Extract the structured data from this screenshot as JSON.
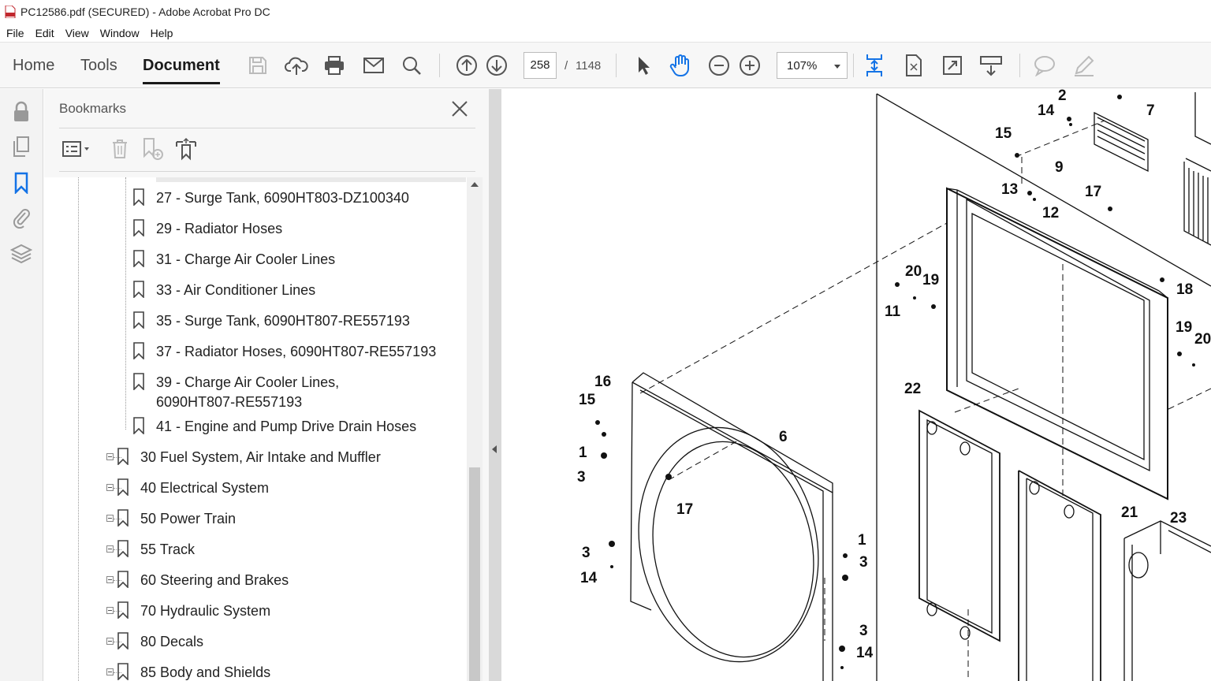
{
  "window": {
    "title": "PC12586.pdf (SECURED) - Adobe Acrobat Pro DC"
  },
  "menu": [
    "File",
    "Edit",
    "View",
    "Window",
    "Help"
  ],
  "tabs": {
    "home": "Home",
    "tools": "Tools",
    "document": "Document"
  },
  "page_nav": {
    "current": "258",
    "separator": "/",
    "total": "1148"
  },
  "zoom": {
    "value": "107%"
  },
  "bookmarks": {
    "title": "Bookmarks",
    "children": [
      "27 - Surge Tank, 6090HT803-DZ100340",
      "29 - Radiator Hoses",
      "31 - Charge Air Cooler Lines",
      "33 - Air Conditioner Lines",
      "35 - Surge Tank, 6090HT807-RE557193",
      "37 - Radiator Hoses, 6090HT807-RE557193",
      "39 - Charge Air Cooler Lines,",
      "6090HT807-RE557193",
      "41 - Engine and Pump Drive Drain Hoses"
    ],
    "sections": [
      "30 Fuel System, Air Intake and Muffler",
      "40 Electrical System",
      "50 Power Train",
      "55 Track",
      "60 Steering and Brakes",
      "70 Hydraulic System",
      "80 Decals",
      "85 Body and Shields"
    ]
  },
  "drawing": {
    "callouts": [
      "2",
      "14",
      "7",
      "15",
      "9",
      "13",
      "12",
      "17",
      "20",
      "19",
      "11",
      "18",
      "19",
      "20",
      "22",
      "16",
      "15",
      "6",
      "1",
      "3",
      "17",
      "21",
      "23",
      "3",
      "14",
      "1",
      "3",
      "3",
      "14"
    ]
  }
}
